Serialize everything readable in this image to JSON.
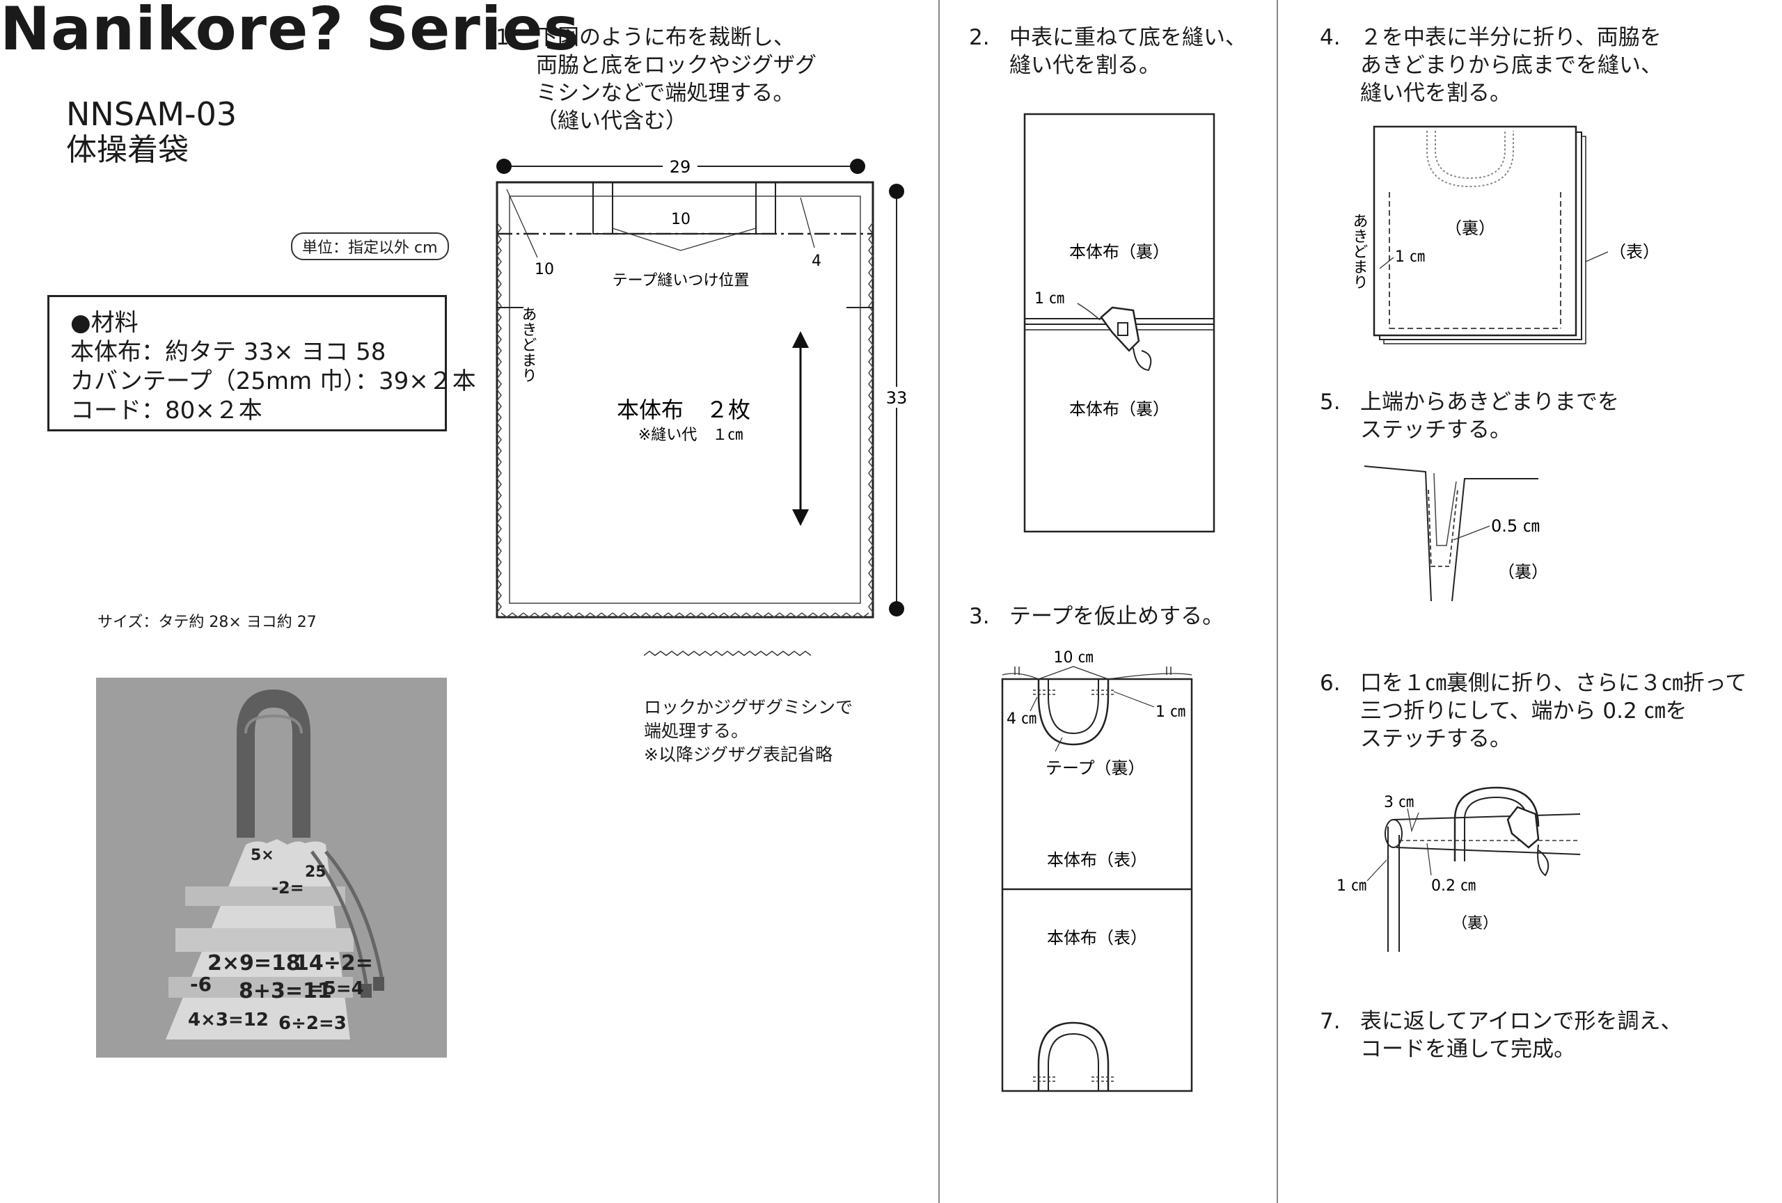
{
  "header": {
    "brand": "Nanikore? Series",
    "code": "NNSAM-03",
    "product_name": "体操着袋"
  },
  "unit_note": "単位：指定以外 cm",
  "materials": {
    "heading": "●材料",
    "items": [
      "本体布：約タテ 33× ヨコ 58",
      "カバンテープ（25mm 巾）：39×２本",
      "コード：80×２本"
    ]
  },
  "size_note": "サイズ：タテ約 28× ヨコ約 27",
  "photo": {
    "lines": [
      "5×",
      "25",
      "-2=",
      "2×9=18",
      "14÷2=",
      "-6",
      "8+3=11",
      "=5=4",
      "4×3=12",
      "6÷2=3"
    ],
    "colors": {
      "bg": "#9e9e9e",
      "bag": "#d8d8d8",
      "strap": "#5e5e5e"
    }
  },
  "steps": [
    {
      "num": "1.",
      "lines": [
        "下図のように布を裁断し、",
        "両脇と底をロックやジグザグ",
        "ミシンなどで端処理する。",
        "（縫い代含む）"
      ]
    },
    {
      "num": "2.",
      "lines": [
        "中表に重ねて底を縫い、",
        "縫い代を割る。"
      ]
    },
    {
      "num": "3.",
      "lines": [
        "テープを仮止めする。"
      ]
    },
    {
      "num": "4.",
      "lines": [
        "２を中表に半分に折り、両脇を",
        "あきどまりから底までを縫い、",
        "縫い代を割る。"
      ]
    },
    {
      "num": "5.",
      "lines": [
        "上端からあきどまりまでを",
        "ステッチする。"
      ]
    },
    {
      "num": "6.",
      "lines": [
        "口を１㎝裏側に折り、さらに３㎝折って",
        "三つ折りにして、端から 0.2 ㎝を",
        "ステッチする。"
      ]
    },
    {
      "num": "7.",
      "lines": [
        "表に返してアイロンで形を調え、",
        "コードを通して完成。"
      ]
    }
  ],
  "diagram1": {
    "width": "29",
    "height": "33",
    "top_margin": "10",
    "left_inner": "10",
    "right_inner": "4",
    "tape_label": "テープ縫いつけ位置",
    "opening_stop": "あきどまり",
    "body_label": "本体布　２枚",
    "seam_note": "※縫い代　１㎝"
  },
  "zigzag_note": [
    "ロックかジグザグミシンで",
    "端処理する。",
    "※以降ジグザグ表記省略"
  ],
  "diagram2": {
    "top_label": "本体布（裏）",
    "bottom_label": "本体布（裏）",
    "seam": "1 ㎝"
  },
  "diagram3": {
    "top": "10 ㎝",
    "left": "4 ㎝",
    "right": "1 ㎝",
    "tape": "テープ（裏）",
    "upper": "本体布（表）",
    "lower": "本体布（表）"
  },
  "diagram4": {
    "back": "（裏）",
    "front": "（表）",
    "stop": "あきどまり",
    "seam": "1 ㎝"
  },
  "diagram5": {
    "stitch": "0.5 ㎝",
    "back": "（裏）"
  },
  "diagram6": {
    "fold3": "3 ㎝",
    "fold1": "1 ㎝",
    "stitch": "0.2 ㎝",
    "back": "（裏）"
  }
}
